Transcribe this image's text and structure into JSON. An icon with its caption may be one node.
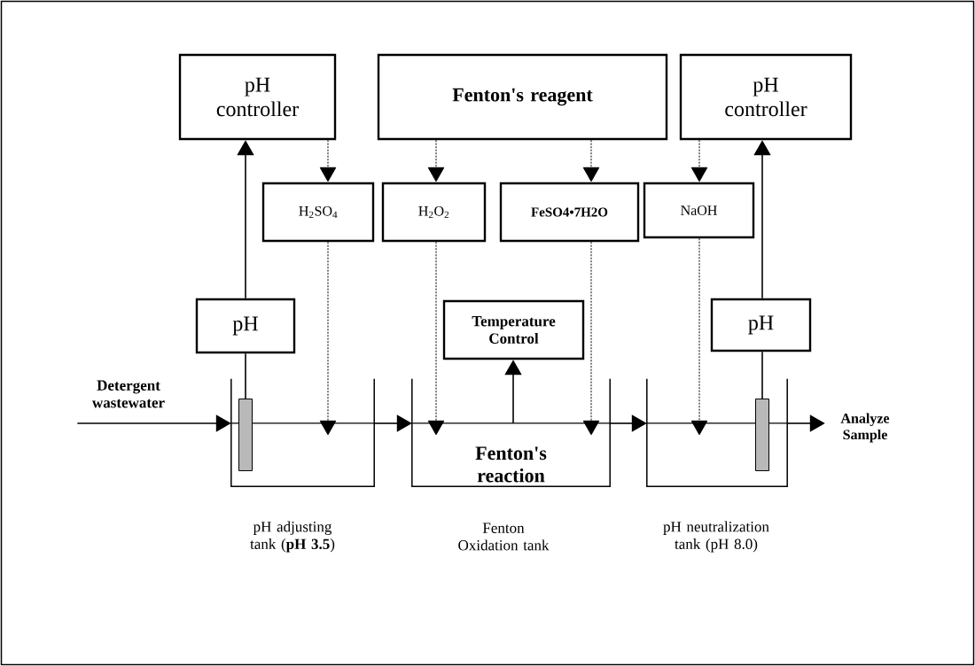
{
  "diagram": {
    "nodes": [
      {
        "text": [
          "pH controller"
        ]
      },
      {
        "text": [
          "Fenton's reagent"
        ]
      },
      {
        "text": [
          "pH controller"
        ]
      },
      {
        "text": [
          "H$_{2}$SO$_{4}$"
        ]
      },
      {
        "text": [
          "H$_{2}$O$_{2}$"
        ]
      },
      {
        "text": [
          "FeSO4•7H2O"
        ]
      },
      {
        "text": [
          "NaOH"
        ]
      },
      {
        "text": [
          "pH"
        ]
      },
      {
        "text": [
          "Temperature Control"
        ]
      },
      {
        "text": [
          "pH"
        ]
      },
      {
        "text": [
          "Detergent wastewater"
        ]
      },
      {
        "text": [],
        "shape": "tank",
        "beside": [
          "pH adjusting tank (**pH 3.5**)"
        ]
      },
      {
        "text": [],
        "shape": "bar",
        "in": 11
      },
      {
        "text": [
          "Fenton's reaction"
        ],
        "beside": [
          "Fenton Oxidation tank"
        ]
      },
      {
        "text": [],
        "shape": "tank",
        "beside": [
          "pH neutralization tank (pH 8.0)"
        ]
      },
      {
        "text": [],
        "shape": "bar",
        "in": 14
      },
      {
        "text": [
          "Analyze Sample"
        ]
      }
    ],
    "edges": [
      {
        "from": 10,
        "to": 11,
        "arrow": "to"
      },
      {
        "from": 11,
        "to": 13,
        "arrow": "to"
      },
      {
        "from": 13,
        "to": 14,
        "arrow": "to"
      },
      {
        "from": 14,
        "to": 16,
        "arrow": "to"
      },
      {
        "from": 0,
        "to": 3,
        "arrow": "to",
        "style": "dashed"
      },
      {
        "from": 1,
        "to": 4,
        "arrow": "to",
        "style": "dashed"
      },
      {
        "from": 1,
        "to": 5,
        "arrow": "to",
        "style": "dashed"
      },
      {
        "from": 2,
        "to": 6,
        "arrow": "to",
        "style": "dashed"
      },
      {
        "from": 3,
        "to": 11,
        "arrow": "to",
        "style": "dashed"
      },
      {
        "from": 4,
        "to": 13,
        "arrow": "to",
        "style": "dashed"
      },
      {
        "from": 5,
        "to": 13,
        "arrow": "to",
        "style": "dashed"
      },
      {
        "from": 6,
        "to": 14,
        "arrow": "to",
        "style": "dashed"
      },
      {
        "from": 12,
        "to": 7,
        "arrow": "none"
      },
      {
        "from": 7,
        "to": 0,
        "arrow": "to"
      },
      {
        "from": 15,
        "to": 9,
        "arrow": "none"
      },
      {
        "from": 9,
        "to": 2,
        "arrow": "to"
      },
      {
        "from": 13,
        "to": 8,
        "arrow": "to"
      }
    ]
  }
}
